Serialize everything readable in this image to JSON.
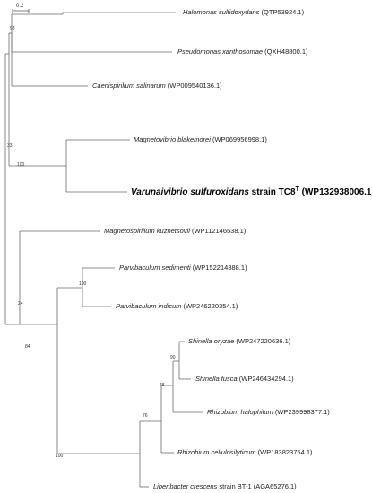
{
  "scale_bar": {
    "label": "0.2"
  },
  "taxa": [
    {
      "id": "t1",
      "species": "Halomonas sulfidoxydans",
      "rest": " (QTP53924.1)",
      "sup": "",
      "rest2": ""
    },
    {
      "id": "t2",
      "species": "Pseudomonas xanthosomae",
      "rest": " (QXH48800.1)",
      "sup": "",
      "rest2": ""
    },
    {
      "id": "t3",
      "species": "Caenispirillum salinarum",
      "rest": " (WP009540136.1)",
      "sup": "",
      "rest2": ""
    },
    {
      "id": "t4",
      "species": "Magnetovibrio blakemorei",
      "rest": " (WP069956998.1)",
      "sup": "",
      "rest2": ""
    },
    {
      "id": "t5",
      "species": "Varunaivibrio sulfuroxidans",
      "rest": " strain TC8",
      "sup": "T",
      "rest2": " (WP132938006.1)",
      "highlight": true
    },
    {
      "id": "t6",
      "species": "Magnetospirillum kuznetsovii",
      "rest": " (WP112146538.1)",
      "sup": "",
      "rest2": ""
    },
    {
      "id": "t7",
      "species": "Parvibaculum sedimenti",
      "rest": " (WP152214388.1)",
      "sup": "",
      "rest2": ""
    },
    {
      "id": "t8",
      "species": "Parvibaculum indicum",
      "rest": " (WP246220354.1)",
      "sup": "",
      "rest2": ""
    },
    {
      "id": "t9",
      "species": "Shinella oryzae",
      "rest": " (WP247220636.1)",
      "sup": "",
      "rest2": ""
    },
    {
      "id": "t10",
      "species": "Shinella fusca",
      "rest": " (WP246434294.1)",
      "sup": "",
      "rest2": ""
    },
    {
      "id": "t11",
      "species": "Rhizobium halophilum",
      "rest": " (WP239998377.1)",
      "sup": "",
      "rest2": ""
    },
    {
      "id": "t12",
      "species": "Rhizobium cellulosilyticum",
      "rest": " (WP183823754.1)",
      "sup": "",
      "rest2": ""
    },
    {
      "id": "t13",
      "species": "Liberibacter crescens",
      "rest": " strain BT-1 (AGA65276.1)",
      "sup": "",
      "rest2": ""
    }
  ],
  "bootstrap": {
    "b98": "98",
    "b33": "33",
    "b100a": "100",
    "b24": "24",
    "b100b": "100",
    "b84": "84",
    "b90": "90",
    "b48": "48",
    "b76": "76",
    "b100c": "100"
  }
}
